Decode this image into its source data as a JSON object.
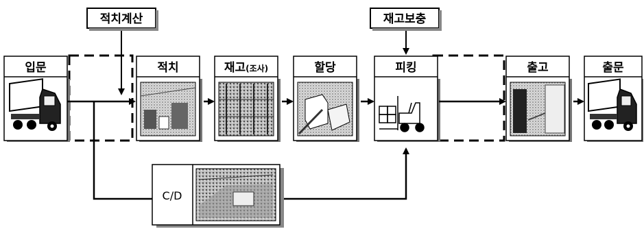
{
  "top_labels": {
    "putaway_calc": "적치계산",
    "replenish": "재고보충"
  },
  "stages": [
    {
      "id": "inbound",
      "label": "입문",
      "icon": "truck-icon"
    },
    {
      "id": "putaway",
      "label": "적치",
      "icon": "warehouse-photo-icon"
    },
    {
      "id": "inventory",
      "label": "재고",
      "sub": "(조사)",
      "icon": "racks-photo-icon"
    },
    {
      "id": "allocation",
      "label": "할당",
      "icon": "boxes-photo-icon"
    },
    {
      "id": "picking",
      "label": "피킹",
      "icon": "forklift-icon"
    },
    {
      "id": "shipping",
      "label": "출고",
      "icon": "dock-photo-icon"
    },
    {
      "id": "outbound",
      "label": "출문",
      "icon": "truck-icon"
    }
  ],
  "crossdock": {
    "label": "C/D",
    "icon": "crossdock-photo-icon"
  }
}
